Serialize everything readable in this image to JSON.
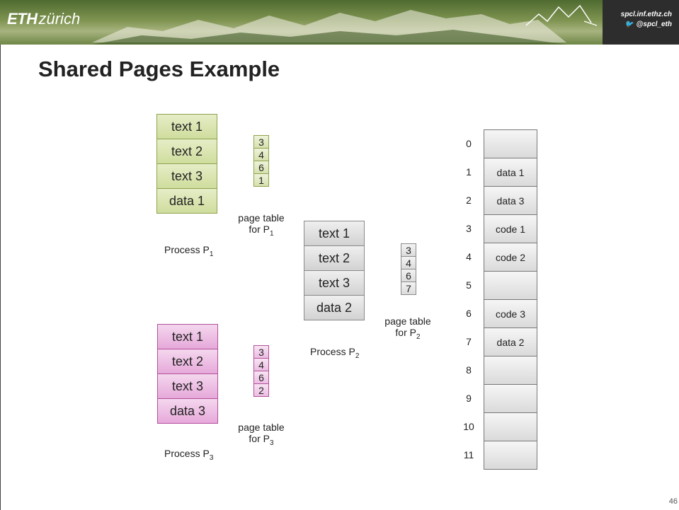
{
  "header": {
    "brand_eth": "ETH",
    "brand_zurich": "zürich",
    "spcl_url": "spcl.inf.ethz.ch",
    "spcl_twitter": "@spcl_eth"
  },
  "title": "Shared Pages Example",
  "process_p1": {
    "pages": [
      "text 1",
      "text 2",
      "text 3",
      "data 1"
    ],
    "label": "Process P",
    "label_sub": "1",
    "page_table": [
      "3",
      "4",
      "6",
      "1"
    ],
    "pt_caption_line1": "page table",
    "pt_caption_line2": "for P",
    "pt_caption_sub": "1"
  },
  "process_p2": {
    "pages": [
      "text 1",
      "text 2",
      "text 3",
      "data 2"
    ],
    "label": "Process P",
    "label_sub": "2",
    "page_table": [
      "3",
      "4",
      "6",
      "7"
    ],
    "pt_caption_line1": "page table",
    "pt_caption_line2": "for P",
    "pt_caption_sub": "2"
  },
  "process_p3": {
    "pages": [
      "text 1",
      "text 2",
      "text 3",
      "data 3"
    ],
    "label": "Process P",
    "label_sub": "3",
    "page_table": [
      "3",
      "4",
      "6",
      "2"
    ],
    "pt_caption_line1": "page table",
    "pt_caption_line2": "for P",
    "pt_caption_sub": "3"
  },
  "physical_memory": {
    "frame_numbers": [
      "0",
      "1",
      "2",
      "3",
      "4",
      "5",
      "6",
      "7",
      "8",
      "9",
      "10",
      "11"
    ],
    "frame_contents": [
      "",
      "data 1",
      "data 3",
      "code 1",
      "code 2",
      "",
      "code 3",
      "data 2",
      "",
      "",
      "",
      ""
    ]
  },
  "slide_number": "46",
  "colors": {
    "p1": "#cfdd9d",
    "p2": "#d2d2d2",
    "p3": "#e6a9da",
    "header_dark": "#2d2d2d"
  }
}
